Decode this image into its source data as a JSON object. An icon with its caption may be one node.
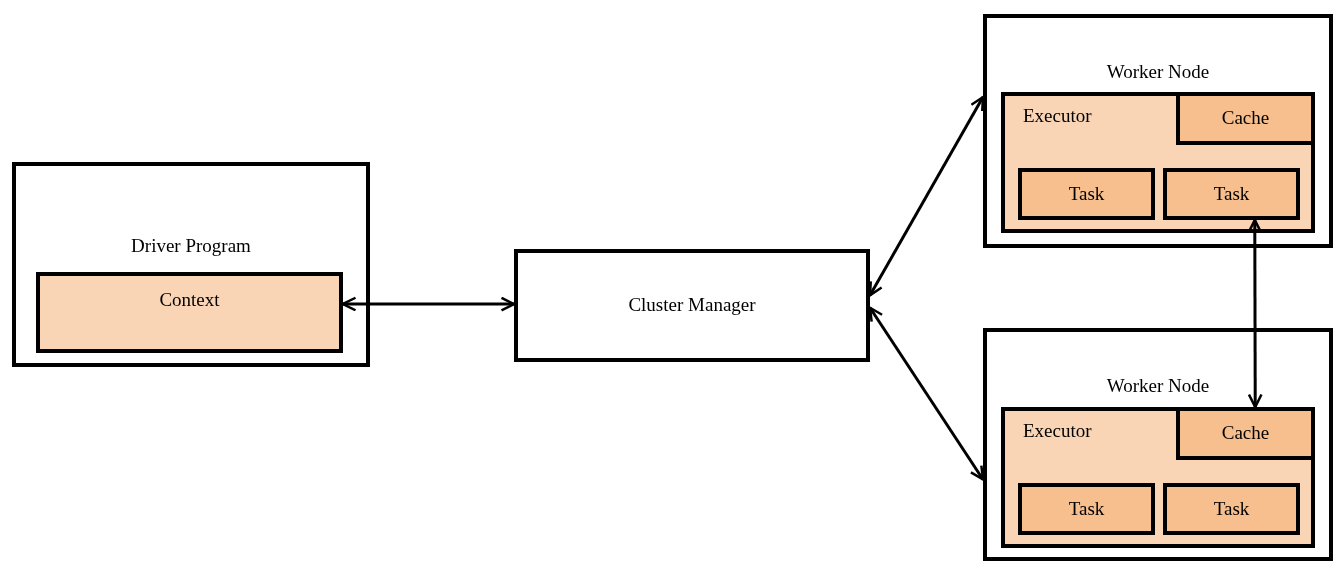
{
  "diagram": {
    "nodes": [
      {
        "text": [
          "Driver Program"
        ]
      },
      {
        "text": [
          "Context"
        ],
        "in": 0
      },
      {
        "text": [
          "Cluster Manager"
        ]
      },
      {
        "text": [
          "Worker Node"
        ]
      },
      {
        "text": [
          "Executor"
        ],
        "in": 3
      },
      {
        "text": [
          "Cache"
        ],
        "in": 4
      },
      {
        "text": [
          "Task"
        ],
        "in": 4
      },
      {
        "text": [
          "Task"
        ],
        "in": 4
      },
      {
        "text": [
          "Worker Node"
        ]
      },
      {
        "text": [
          "Executor"
        ],
        "in": 8
      },
      {
        "text": [
          "Cache"
        ],
        "in": 9
      },
      {
        "text": [
          "Task"
        ],
        "in": 9
      },
      {
        "text": [
          "Task"
        ],
        "in": 9
      }
    ],
    "edges": [
      {
        "from": 1,
        "to": 2,
        "arrow": "both"
      },
      {
        "from": 2,
        "to": 3,
        "arrow": "both"
      },
      {
        "from": 2,
        "to": 8,
        "arrow": "both"
      },
      {
        "from": 7,
        "to": 10,
        "arrow": "both"
      }
    ]
  }
}
